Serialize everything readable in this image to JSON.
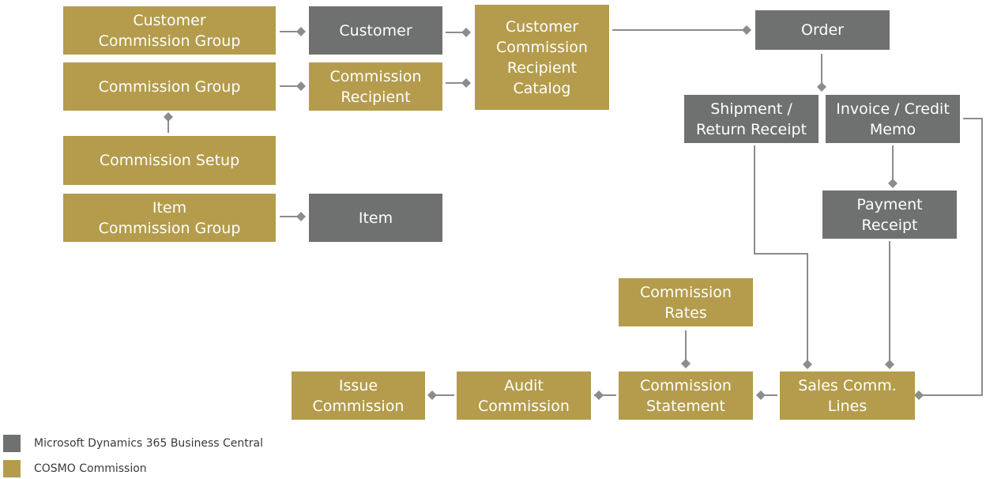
{
  "colors": {
    "business_central": "#6f7070",
    "cosmo": "#b49c4c",
    "connector": "#8c8c8c"
  },
  "nodes": {
    "customer_commission_group": {
      "line1": "Customer",
      "line2": "Commission Group"
    },
    "customer": {
      "line1": "Customer"
    },
    "customer_commission_recipient_catalog": {
      "line1": "Customer",
      "line2": "Commission",
      "line3": "Recipient",
      "line4": "Catalog"
    },
    "order": {
      "line1": "Order"
    },
    "commission_group": {
      "line1": "Commission Group"
    },
    "commission_recipient": {
      "line1": "Commission",
      "line2": "Recipient"
    },
    "commission_setup": {
      "line1": "Commission Setup"
    },
    "item_commission_group": {
      "line1": "Item",
      "line2": "Commission Group"
    },
    "item": {
      "line1": "Item"
    },
    "shipment_return_receipt": {
      "line1": "Shipment /",
      "line2": "Return Receipt"
    },
    "invoice_credit_memo": {
      "line1": "Invoice / Credit",
      "line2": "Memo"
    },
    "payment_receipt": {
      "line1": "Payment",
      "line2": "Receipt"
    },
    "commission_rates": {
      "line1": "Commission",
      "line2": "Rates"
    },
    "issue_commission": {
      "line1": "Issue",
      "line2": "Commission"
    },
    "audit_commission": {
      "line1": "Audit",
      "line2": "Commission"
    },
    "commission_statement": {
      "line1": "Commission",
      "line2": "Statement"
    },
    "sales_comm_lines": {
      "line1": "Sales Comm.",
      "line2": "Lines"
    }
  },
  "legend": {
    "business_central": "Microsoft Dynamics 365 Business Central",
    "cosmo": "COSMO Commission"
  }
}
